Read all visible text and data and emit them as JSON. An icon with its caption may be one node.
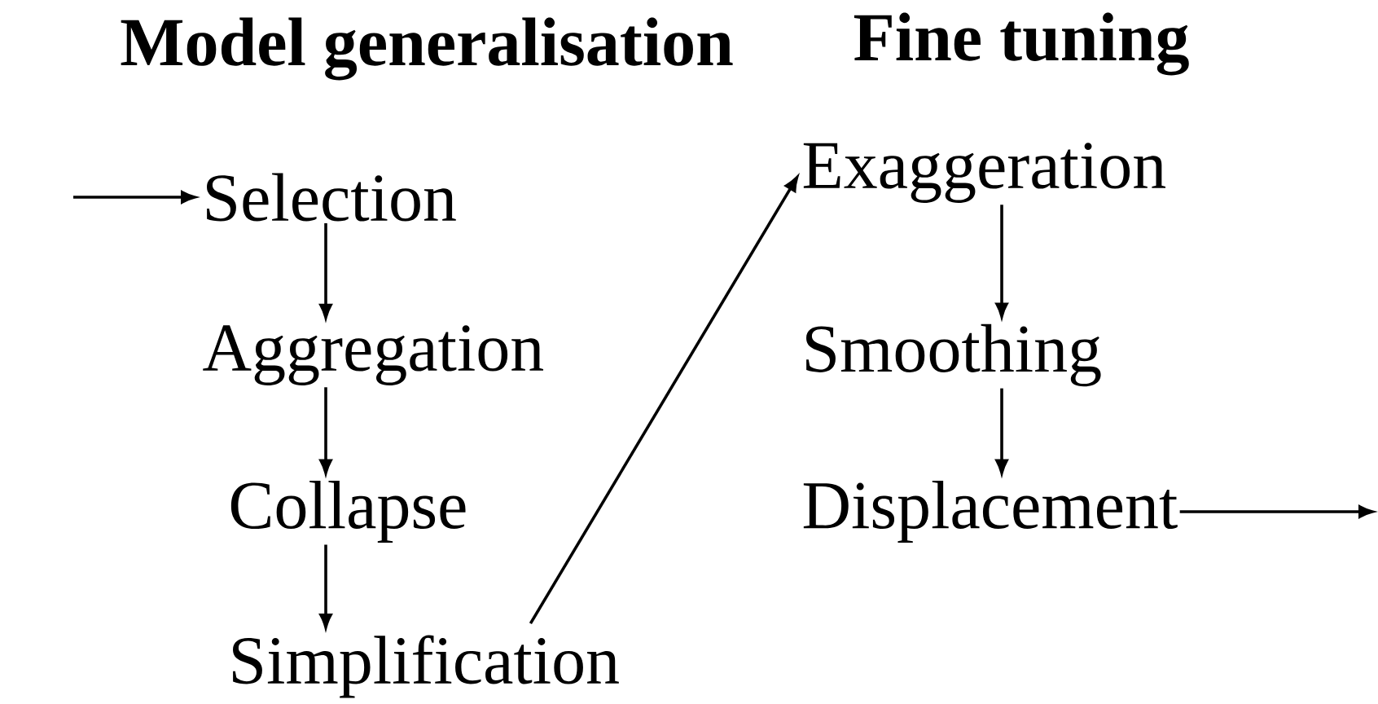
{
  "diagram": {
    "nodes": [
      {
        "text": [
          "Selection"
        ]
      },
      {
        "text": [
          "Aggregation"
        ]
      },
      {
        "text": [
          "Collapse"
        ]
      },
      {
        "text": [
          "Simplification"
        ]
      },
      {
        "text": [
          "Exaggeration"
        ]
      },
      {
        "text": [
          "Smoothing"
        ]
      },
      {
        "text": [
          "Displacement"
        ]
      }
    ],
    "edges": [
      {
        "from": null,
        "to": 0,
        "arrow": "to"
      },
      {
        "from": 0,
        "to": 1,
        "arrow": "to"
      },
      {
        "from": 1,
        "to": 2,
        "arrow": "to"
      },
      {
        "from": 2,
        "to": 3,
        "arrow": "to"
      },
      {
        "from": 3,
        "to": 4,
        "arrow": "to"
      },
      {
        "from": 4,
        "to": 5,
        "arrow": "to"
      },
      {
        "from": 5,
        "to": 6,
        "arrow": "to"
      },
      {
        "from": 6,
        "to": null,
        "arrow": "to"
      }
    ],
    "labels": [
      "Model generalisation",
      "Fine tuning"
    ]
  }
}
